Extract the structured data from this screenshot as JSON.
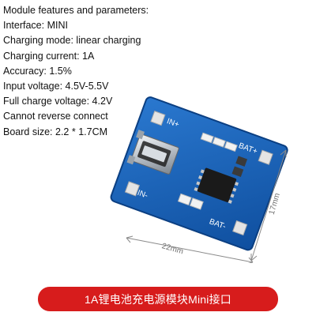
{
  "specs": {
    "lines": [
      "Module features and parameters:",
      "Interface: MINI",
      "Charging mode: linear charging",
      "Charging current: 1A",
      "Accuracy: 1.5%",
      "Input voltage: 4.5V-5.5V",
      "Full charge voltage: 4.2V",
      "Cannot reverse connect",
      "Board size: 2.2 * 1.7CM"
    ]
  },
  "board": {
    "labels": {
      "in_plus": "IN+",
      "in_minus": "IN-",
      "bat_plus": "BAT+",
      "bat_minus": "BAT-"
    },
    "chip_marking": "",
    "colors": {
      "pcb": "#1d63b8",
      "pcb_dark": "#0f4f9f",
      "metal": "#c9ced4",
      "chip": "#1a1a1a"
    }
  },
  "dimensions": {
    "width_label": "22mm",
    "height_label": "17mm"
  },
  "banner": {
    "text": "1A锂电池充电源模块Mini接口"
  }
}
